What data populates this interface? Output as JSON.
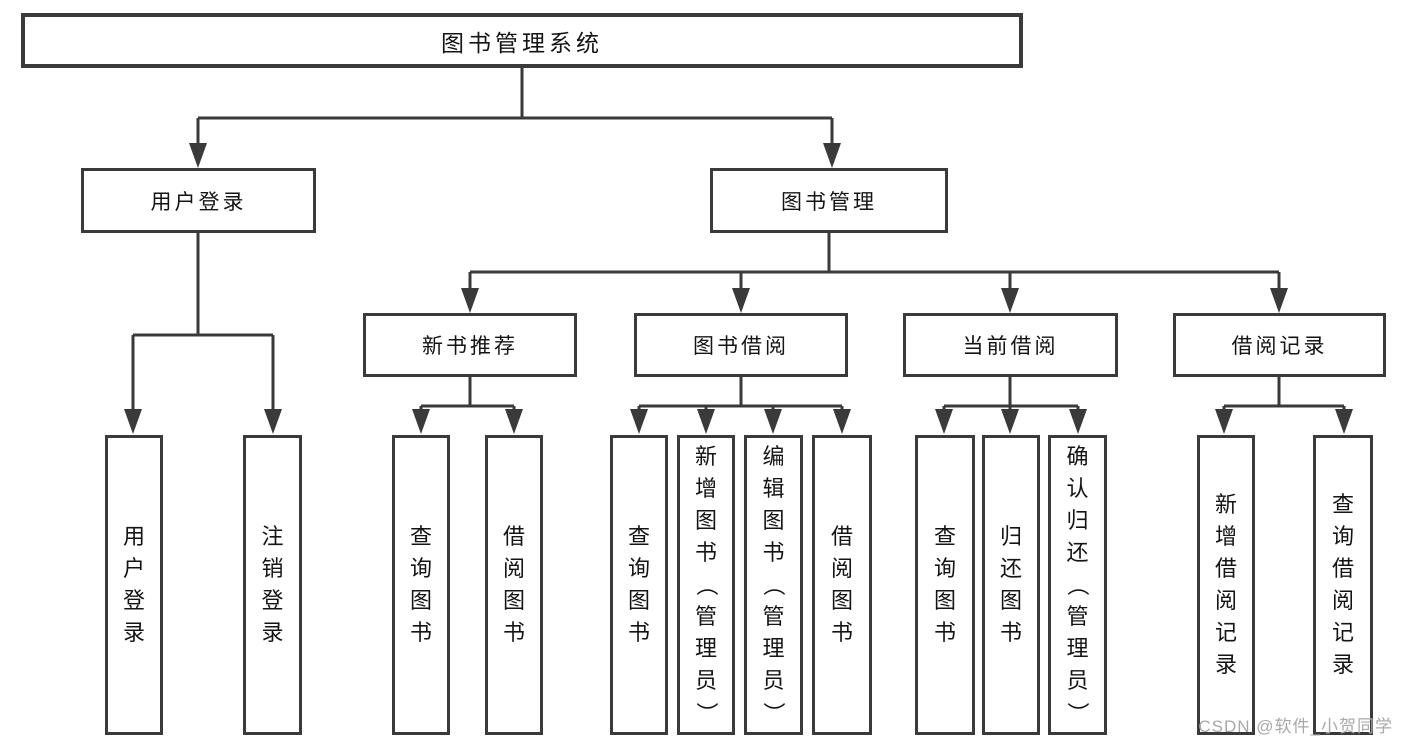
{
  "diagram": {
    "root": {
      "label": "图书管理系统"
    },
    "branches": [
      {
        "label": "用户登录",
        "leaves": [
          {
            "label": "用户登录"
          },
          {
            "label": "注销登录"
          }
        ]
      },
      {
        "label": "图书管理",
        "groups": [
          {
            "label": "新书推荐",
            "leaves": [
              {
                "label": "查询图书"
              },
              {
                "label": "借阅图书"
              }
            ]
          },
          {
            "label": "图书借阅",
            "leaves": [
              {
                "label": "查询图书"
              },
              {
                "label": "新增图书（管理员）"
              },
              {
                "label": "编辑图书（管理员）"
              },
              {
                "label": "借阅图书"
              }
            ]
          },
          {
            "label": "当前借阅",
            "leaves": [
              {
                "label": "查询图书"
              },
              {
                "label": "归还图书"
              },
              {
                "label": "确认归还（管理员）"
              }
            ]
          },
          {
            "label": "借阅记录",
            "leaves": [
              {
                "label": "新增借阅记录"
              },
              {
                "label": "查询借阅记录"
              }
            ]
          }
        ]
      }
    ]
  },
  "page": {
    "watermark": "CSDN @软件_小贺同学"
  },
  "colors": {
    "line": "#3a3a3a",
    "text": "#141414",
    "watermark": "#a9a9a9",
    "background": "#ffffff"
  }
}
